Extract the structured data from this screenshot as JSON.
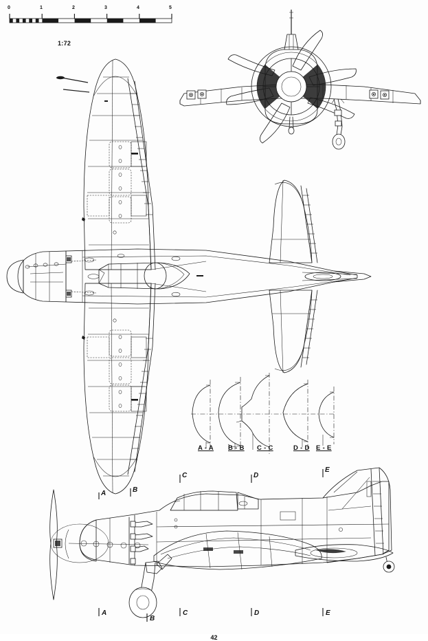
{
  "document": {
    "type": "three-view aircraft general arrangement drawing",
    "subject": "single-engine radial piston fighter aircraft",
    "page_number": "42",
    "scale_ratio": "1:72",
    "background_color": "#fdfdfd",
    "line_color": "#1a1a1a"
  },
  "scale_bar": {
    "ticks": [
      "0",
      "1",
      "2",
      "3",
      "4",
      "5"
    ],
    "segments": 5,
    "subdivided_segment_index": 0,
    "subdivisions": 5
  },
  "views": {
    "front": {
      "name": "front-elevation",
      "features": [
        "multi-blade propeller",
        "annular cowl",
        "radial engine cowling",
        "wing leading edge",
        "main landing gear",
        "gun bay panels"
      ]
    },
    "plan": {
      "name": "plan-view-top",
      "features": [
        "elliptical wing",
        "cockpit canopy",
        "spinner",
        "ammunition bay doors",
        "flaps",
        "ailerons",
        "horizontal stabilizer",
        "elevators",
        "trim tabs"
      ]
    },
    "side": {
      "name": "side-elevation",
      "features": [
        "engine cowl",
        "exhaust stacks",
        "cockpit canopy",
        "wing root fillet",
        "main gear leg",
        "wheel",
        "fin",
        "rudder",
        "tailwheel"
      ]
    }
  },
  "cross_sections": {
    "labels": [
      "A - A",
      "B - B",
      "C - C",
      "D - D",
      "E - E"
    ],
    "count": 5
  },
  "station_markers": {
    "upper": [
      "A",
      "B",
      "C",
      "D",
      "E"
    ],
    "lower": [
      "A",
      "B",
      "C",
      "D",
      "E"
    ]
  }
}
